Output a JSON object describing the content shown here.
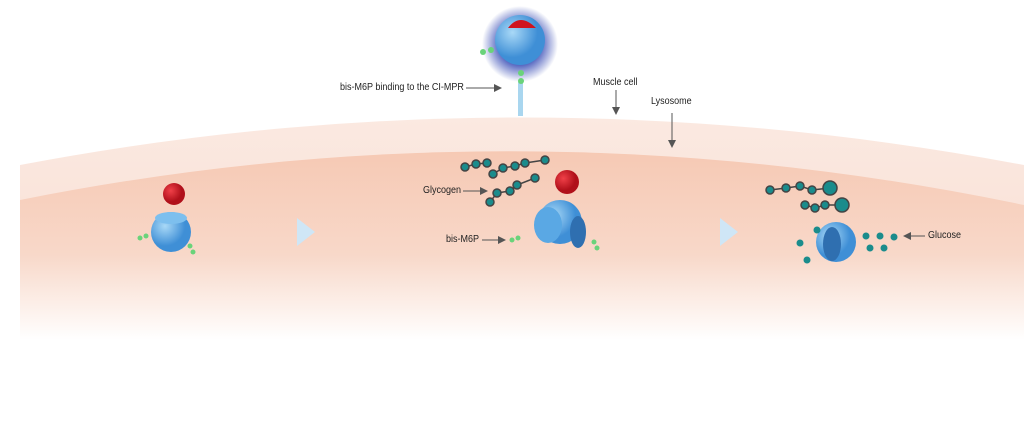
{
  "labels": {
    "binding": "bis-M6P binding to the CI-MPR",
    "muscle_cell": "Muscle cell",
    "lysosome": "Lysosome",
    "glycogen": "Glycogen",
    "bis_m6p": "bis-M6P",
    "glucose": "Glucose"
  },
  "colors": {
    "cell": "#f9e4da",
    "lysosome": "#f6cdb9",
    "enzyme": "#5aa8e4",
    "substrate": "#d0141e",
    "glycogen": "#1a8c8c",
    "m6p": "#6ad37a"
  }
}
